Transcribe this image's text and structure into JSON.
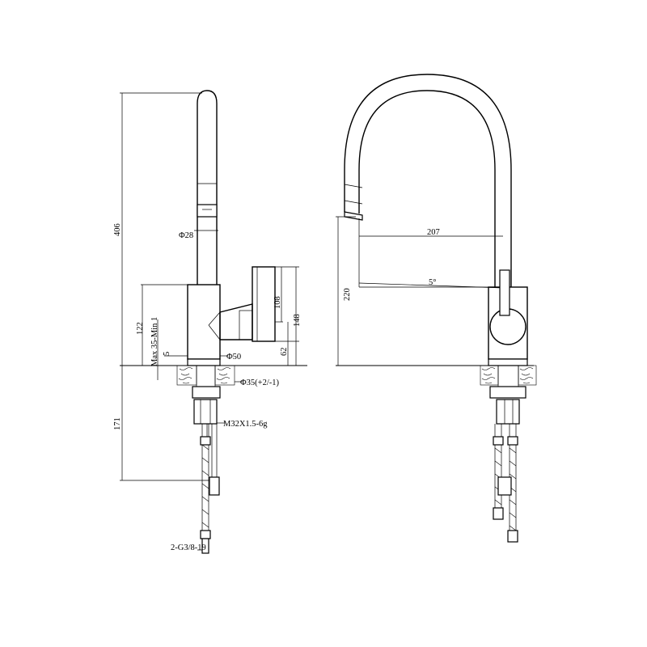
{
  "left_view": {
    "dim_total_height": "406",
    "dim_spout_dia": "Φ28",
    "dim_body_height": "122",
    "dim_counter_thickness": "Max 35-Min 1",
    "dim_5": "5",
    "dim_body_dia": "Φ50",
    "dim_hole_dia": "Φ35(+2/-1)",
    "dim_handle_108": "108",
    "dim_handle_148": "148",
    "dim_handle_62": "62",
    "dim_below_171": "171",
    "dim_thread": "M32X1.5-6g",
    "dim_hose": "2-G3/8-19"
  },
  "right_view": {
    "dim_height_220": "220",
    "dim_reach_207": "207",
    "dim_angle": "5°"
  }
}
